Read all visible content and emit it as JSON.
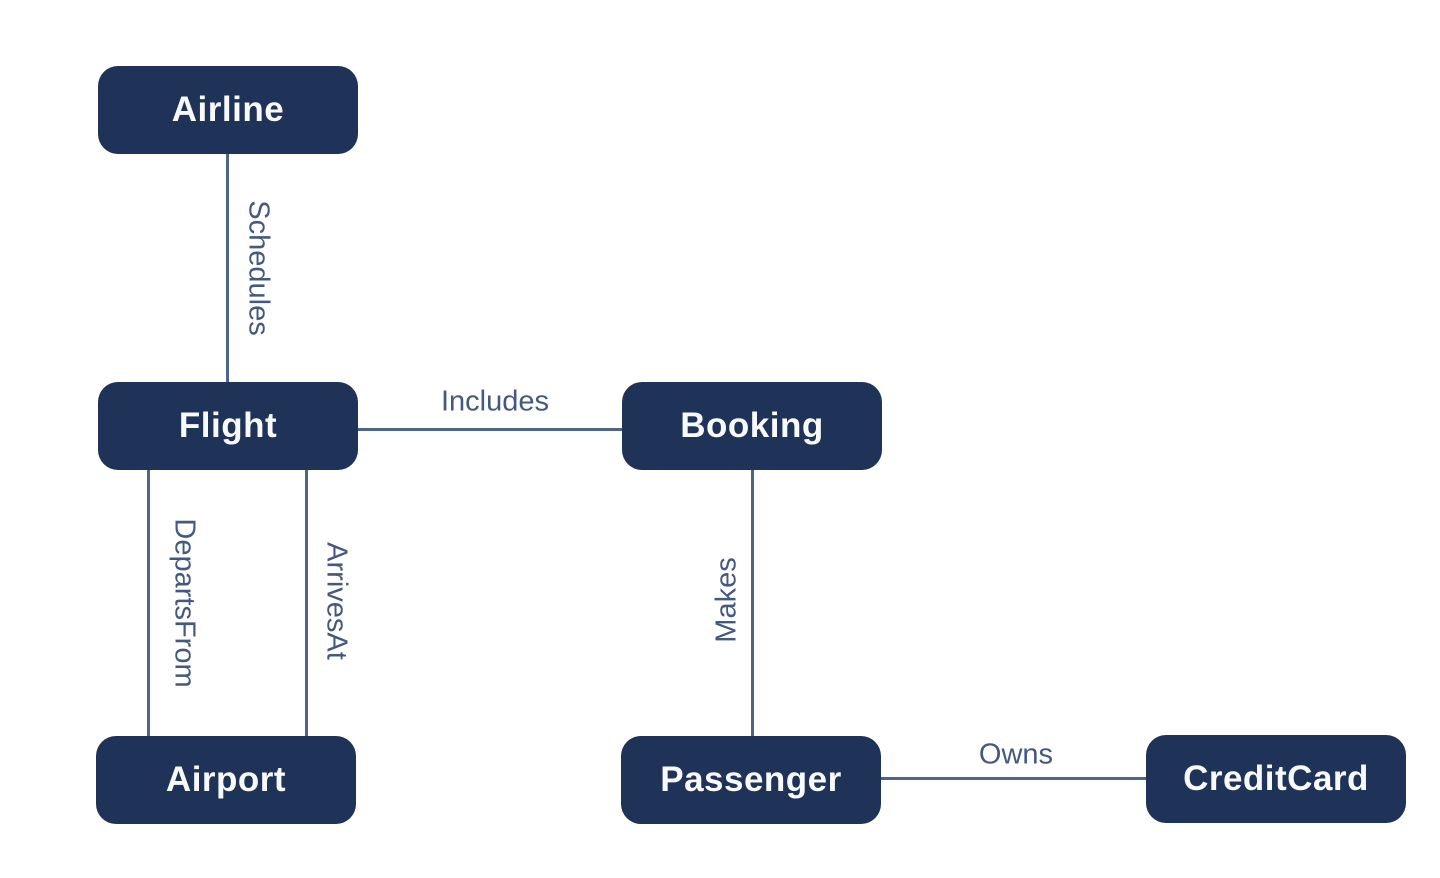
{
  "colors": {
    "entity_fill": "#1e3357",
    "entity_text": "#f8f9fb",
    "line": "#4e6489",
    "relationship_text": "#44597e",
    "background": "#ffffff"
  },
  "entities": [
    {
      "label": "Airline"
    },
    {
      "label": "Flight"
    },
    {
      "label": "Booking"
    },
    {
      "label": "Airport"
    },
    {
      "label": "Passenger"
    },
    {
      "label": "CreditCard"
    }
  ],
  "relationships": [
    {
      "label": "Schedules",
      "from": "Airline",
      "to": "Flight"
    },
    {
      "label": "Includes",
      "from": "Flight",
      "to": "Booking"
    },
    {
      "label": "DepartsFrom",
      "from": "Flight",
      "to": "Airport"
    },
    {
      "label": "ArrivesAt",
      "from": "Flight",
      "to": "Airport"
    },
    {
      "label": "Makes",
      "from": "Booking",
      "to": "Passenger"
    },
    {
      "label": "Owns",
      "from": "Passenger",
      "to": "CreditCard"
    }
  ]
}
